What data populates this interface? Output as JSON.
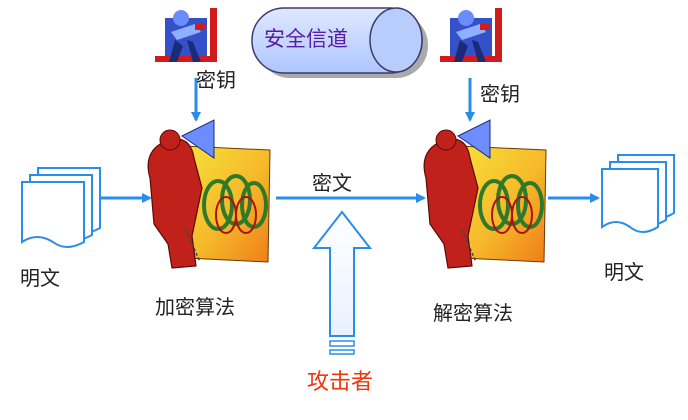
{
  "channel_label": "安全信道",
  "key_left": "密钥",
  "key_right": "密钥",
  "plaintext_left": "明文",
  "plaintext_right": "明文",
  "ciphertext": "密文",
  "encrypt": "加密算法",
  "decrypt": "解密算法",
  "attacker": "攻击者",
  "colors": {
    "arrow": "#2a8ee8",
    "doc_stroke": "#2a8ee8",
    "attacker_text": "#e8380d",
    "channel_text": "#5a1aa8",
    "channel_fill": "#c9d9ff",
    "figure_red": "#c0211a",
    "panel_orange": "#f39a1e",
    "panel_yellow": "#f7e23a"
  }
}
